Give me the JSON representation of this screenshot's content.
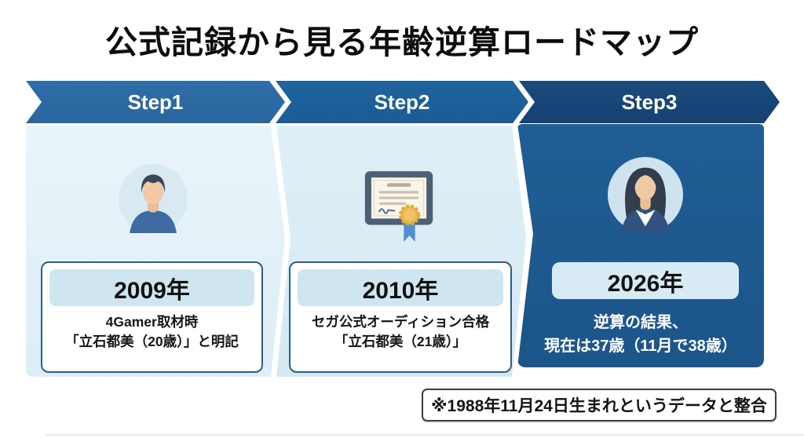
{
  "title": "公式記録から見る年齢逆算ロードマップ",
  "steps": [
    {
      "label": "Step1",
      "year": "2009年",
      "desc_line1": "4Gamer取材時",
      "desc_line2": "「立石都美（20歳）」と明記",
      "icon": "male-avatar-icon"
    },
    {
      "label": "Step2",
      "year": "2010年",
      "desc_line1": "セガ公式オーディション合格",
      "desc_line2": "「立石都美（21歳）」",
      "icon": "certificate-icon"
    },
    {
      "label": "Step3",
      "year": "2026年",
      "desc_line1": "逆算の結果、",
      "desc_line2": "現在は37歳（11月で38歳）",
      "icon": "female-avatar-icon"
    }
  ],
  "footnote": "※1988年11月24日生まれというデータと整合",
  "colors": {
    "step1_banner": "#2f6ea8",
    "step2_banner": "#1f639e",
    "step3_banner": "#1a4a7c",
    "panel1_bg": "#e9f4f9",
    "panel2_bg": "#dfeff6",
    "panel3_bg": "#1f5e95",
    "year_pill": "#cfe6f1",
    "year_pill3": "#d8ebf5",
    "card_border": "#2c5f83"
  }
}
